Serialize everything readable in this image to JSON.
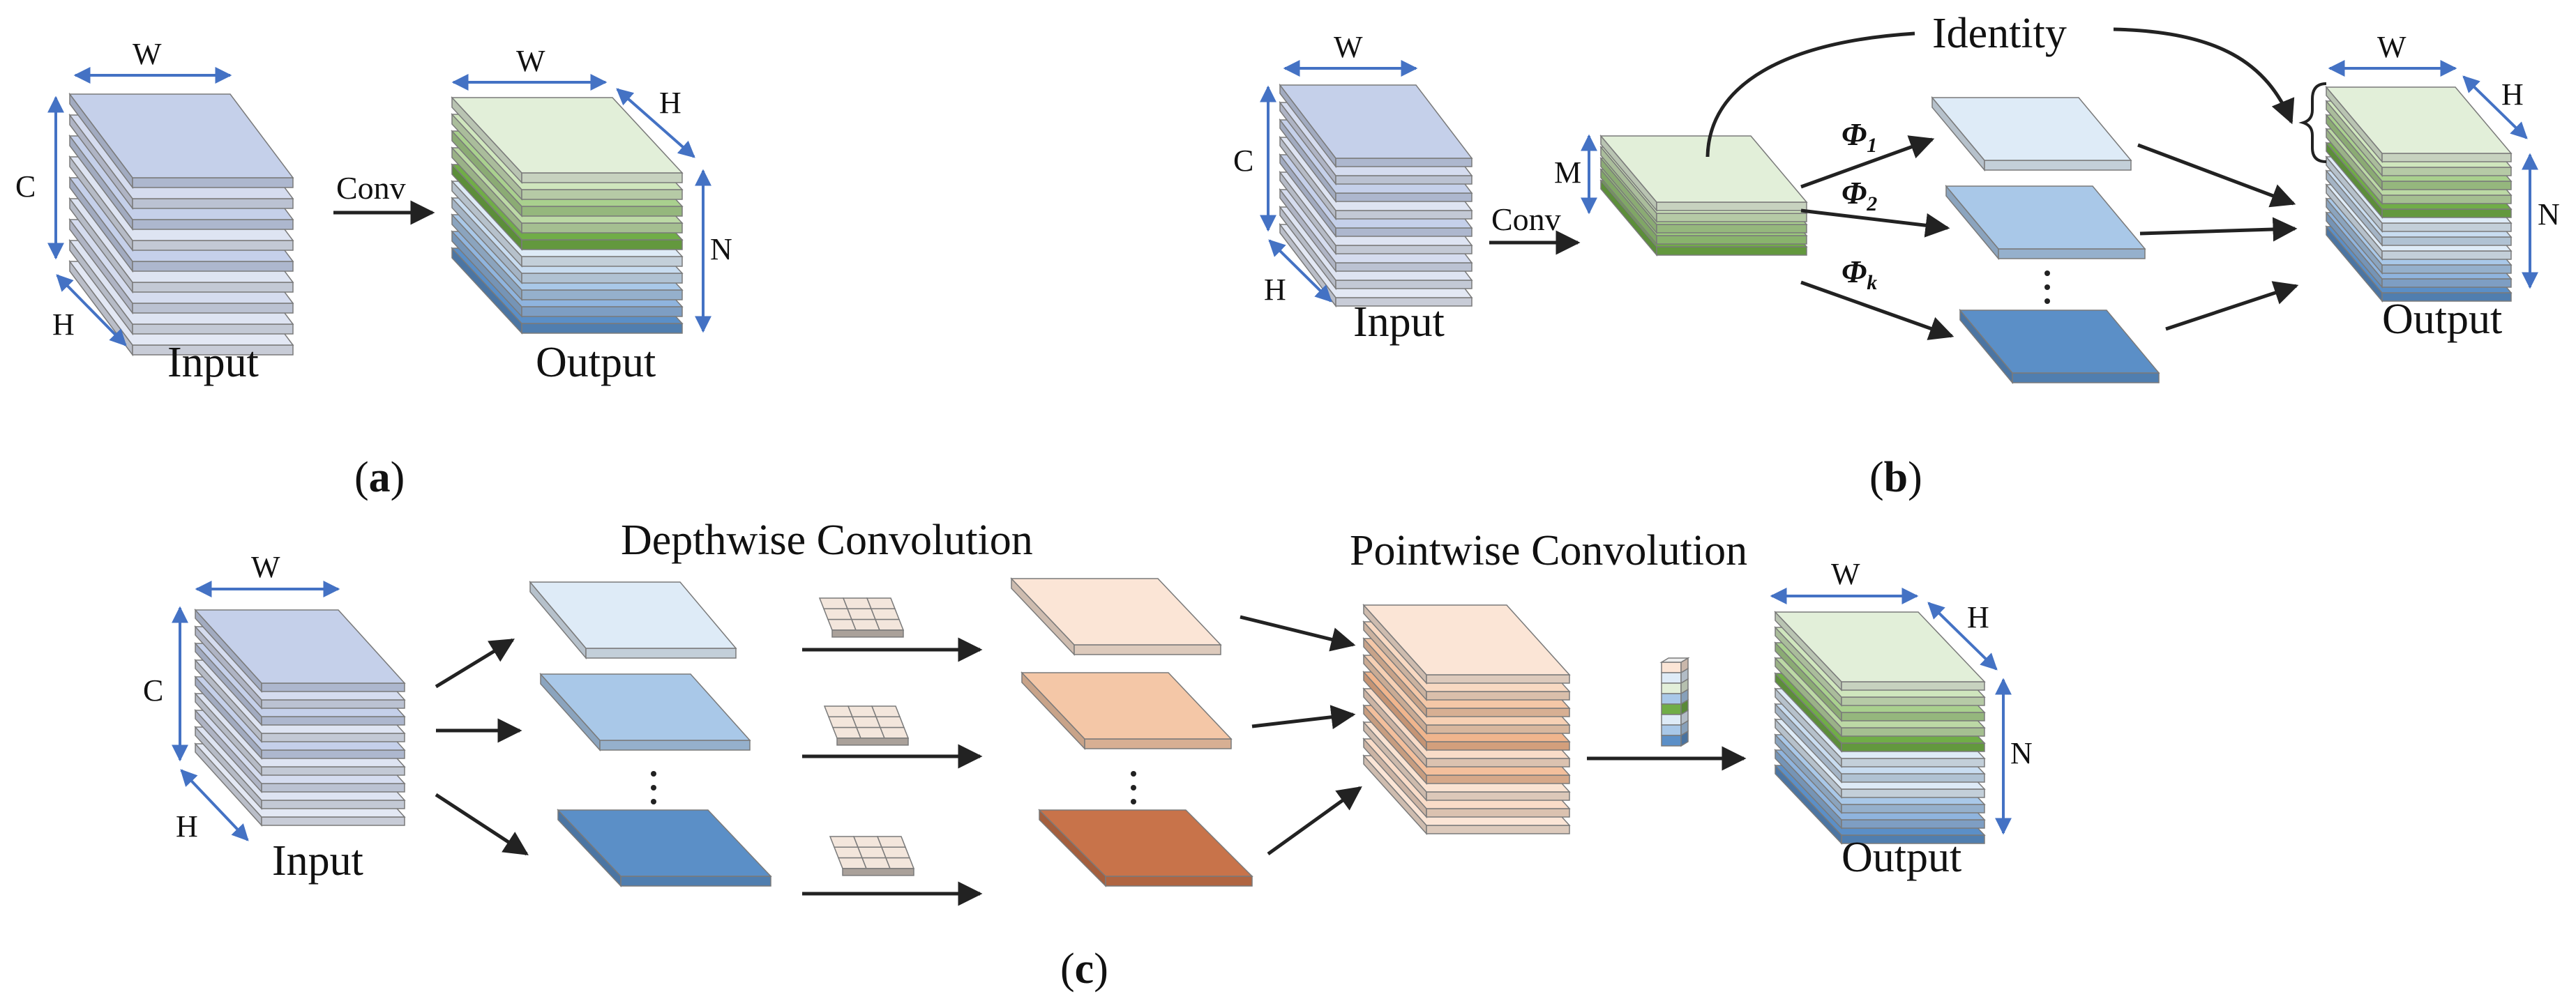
{
  "colors": {
    "blue_light": "#c5d0ea",
    "blue_pale": "#dee4f2",
    "green_light": "#e2efd9",
    "green_mid": "#a9d08e",
    "green_dark": "#70ad47",
    "blue_ice": "#deebf7",
    "blue_sky": "#a9c8e8",
    "blue_deep": "#5b8fc7",
    "peach_light": "#fbe5d6",
    "peach_mid": "#f4c7a7",
    "orange_dark": "#c8734a",
    "arrow_dim": "#4472c4",
    "arrow": "#222222"
  },
  "panel_a": {
    "label_open": "(",
    "label_letter": "a",
    "label_close": ")",
    "input_label": "Input",
    "output_label": "Output",
    "dim_w_in": "W",
    "dim_c": "C",
    "dim_h_in": "H",
    "conv_label": "Conv",
    "dim_w_out": "W",
    "dim_h_out": "H",
    "dim_n": "N"
  },
  "panel_b": {
    "label_open": "(",
    "label_letter": "b",
    "label_close": ")",
    "identity_label": "Identity",
    "input_label": "Input",
    "output_label": "Output",
    "dim_w_in": "W",
    "dim_c": "C",
    "dim_h_in": "H",
    "conv_label": "Conv",
    "dim_m": "M",
    "phi_symbol": "Φ",
    "phi_sub_1": "1",
    "phi_sub_2": "2",
    "phi_sub_k": "k",
    "dim_w_out": "W",
    "dim_h_out": "H",
    "dim_n": "N"
  },
  "panel_c": {
    "label_open": "(",
    "label_letter": "c",
    "label_close": ")",
    "depthwise_title": "Depthwise Convolution",
    "pointwise_title": "Pointwise Convolution",
    "input_label": "Input",
    "output_label": "Output",
    "dim_w_in": "W",
    "dim_c": "C",
    "dim_h_in": "H",
    "dim_w_out": "W",
    "dim_h_out": "H",
    "dim_n": "N"
  }
}
